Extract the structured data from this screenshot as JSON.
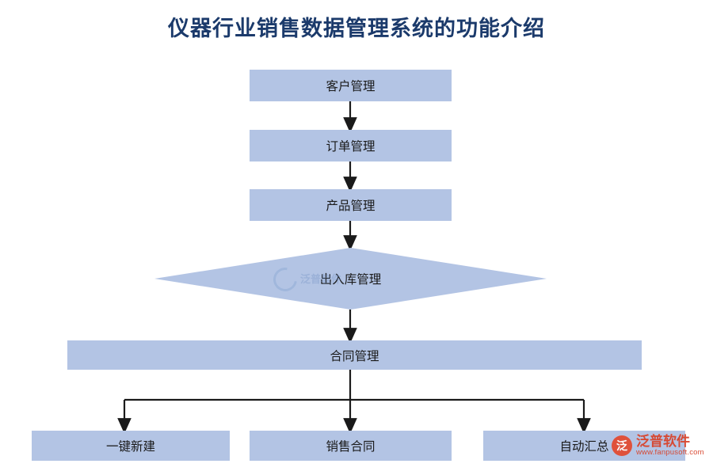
{
  "title": "仪器行业销售数据管理系统的功能介绍",
  "diagram": {
    "type": "flowchart",
    "nodes": [
      {
        "id": "customer",
        "label": "客户管理",
        "shape": "rect"
      },
      {
        "id": "order",
        "label": "订单管理",
        "shape": "rect"
      },
      {
        "id": "product",
        "label": "产品管理",
        "shape": "rect"
      },
      {
        "id": "warehouse",
        "label": "出入库管理",
        "shape": "diamond"
      },
      {
        "id": "contract",
        "label": "合同管理",
        "shape": "rect"
      },
      {
        "id": "new",
        "label": "一键新建",
        "shape": "rect"
      },
      {
        "id": "sales",
        "label": "销售合同",
        "shape": "rect"
      },
      {
        "id": "auto",
        "label": "自动汇总",
        "shape": "rect"
      }
    ],
    "node_fill": "#b3c4e4",
    "arrow_color": "#1a1a1a",
    "title_color": "#1b3a6b"
  },
  "watermarks": {
    "center": {
      "text": "泛普软件"
    },
    "bottom_right": {
      "badge": "泛",
      "name": "泛普软件",
      "url": "www.fanpusoft.com"
    }
  }
}
